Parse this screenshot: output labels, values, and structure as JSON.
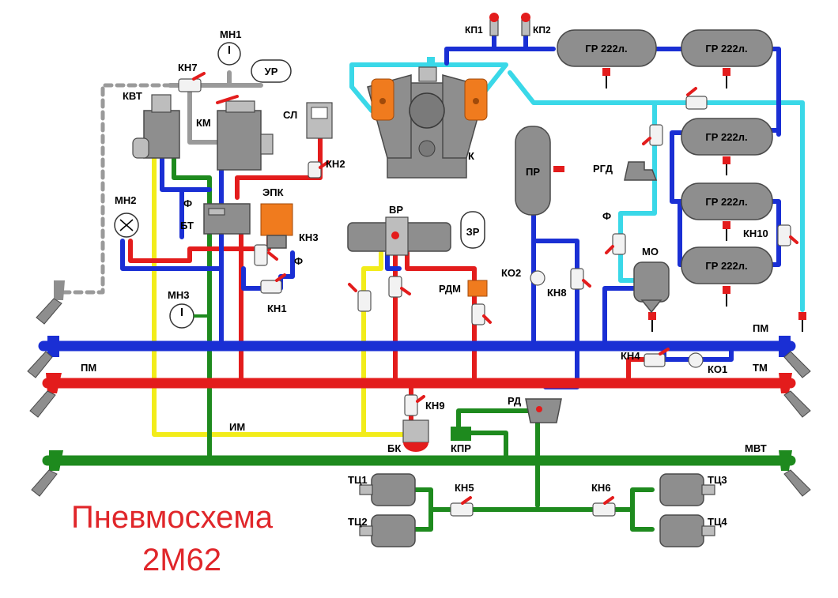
{
  "title": {
    "line1": "Пневмосхема",
    "line2": "2М62"
  },
  "colors": {
    "pm_line": "#1a2fd4",
    "tm_line": "#e31c1c",
    "mvt_line": "#1e8a1e",
    "im_line": "#f2ec1a",
    "cyan_line": "#3ad8e8",
    "gray_line": "#9a9a9a",
    "title_red": "#e0262a"
  },
  "labels": {
    "mn1": "МН1",
    "kn7": "КН7",
    "ur": "УР",
    "kvt": "КВТ",
    "km": "КМ",
    "sl": "СЛ",
    "kn2": "КН2",
    "mn2": "МН2",
    "f1": "Ф",
    "bt": "БТ",
    "epk": "ЭПК",
    "kn3": "КН3",
    "f2": "Ф",
    "kn1": "КН1",
    "mn3": "МН3",
    "kp1": "КП1",
    "kp2": "КП2",
    "k": "К",
    "vr": "ВР",
    "zr": "ЗР",
    "rdm": "РДМ",
    "pr": "ПР",
    "rgd": "РГД",
    "f3": "Ф",
    "ko2": "КО2",
    "kn8": "КН8",
    "mo": "МО",
    "kn10": "КН10",
    "pm_right": "ПМ",
    "tm_right": "ТМ",
    "pm_left": "ПМ",
    "kn4": "КН4",
    "ko1": "КО1",
    "rd": "РД",
    "kn9": "КН9",
    "im": "ИМ",
    "bk": "БК",
    "kpr": "КПР",
    "mvt": "МВТ",
    "tc1": "ТЦ1",
    "tc2": "ТЦ2",
    "kn5": "КН5",
    "kn6": "КН6",
    "tc3": "ТЦ3",
    "tc4": "ТЦ4"
  },
  "reservoirs": [
    "ГР 222л.",
    "ГР 222л.",
    "ГР 222л.",
    "ГР 222л.",
    "ГР 222л."
  ]
}
